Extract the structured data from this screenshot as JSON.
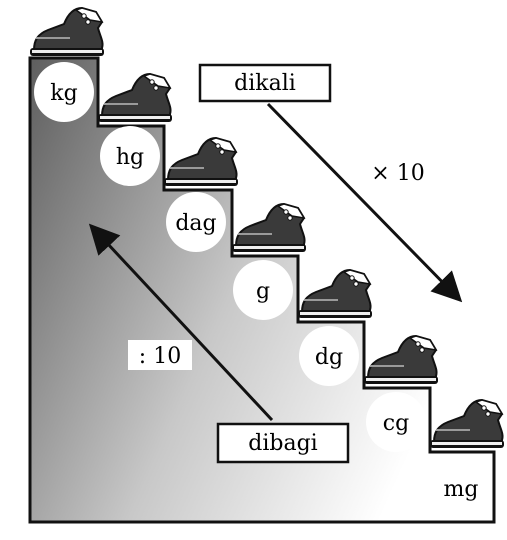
{
  "steps": [
    {
      "unit": "kg"
    },
    {
      "unit": "hg"
    },
    {
      "unit": "dag"
    },
    {
      "unit": "g"
    },
    {
      "unit": "dg"
    },
    {
      "unit": "cg"
    },
    {
      "unit": "mg"
    }
  ],
  "multiply": {
    "label": "dikali",
    "factor": "× 10"
  },
  "divide": {
    "label": "dibagi",
    "factor": ": 10"
  },
  "colors": {
    "stair_dark": "#6b6b6b",
    "stair_light": "#ffffff",
    "outline": "#111111",
    "shoe": "#3a3a3a"
  }
}
